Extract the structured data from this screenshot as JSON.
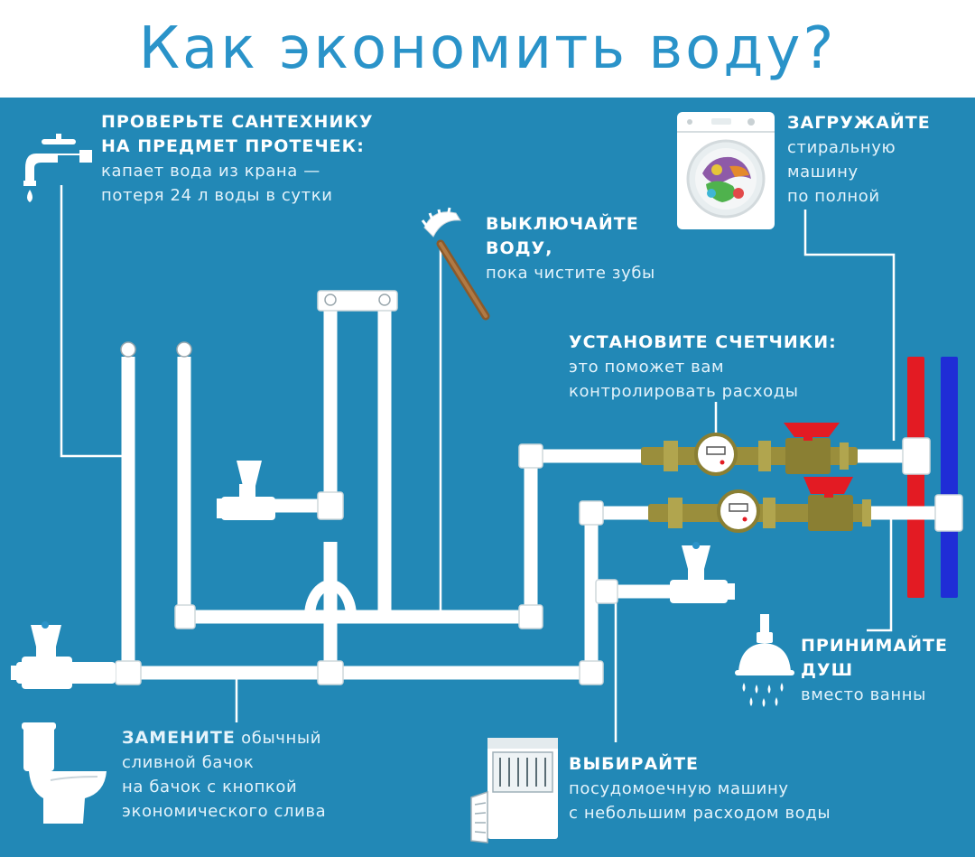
{
  "title": "Как экономить воду?",
  "colors": {
    "background": "#2288b6",
    "title": "#2a93c9",
    "pipe": "#ffffff",
    "hot": "#e31b23",
    "cold": "#1f2dd6",
    "brass": "#9a8e3c",
    "valve_red": "#e31b23"
  },
  "tips": {
    "leaks": {
      "heading_1": "ПРОВЕРЬТЕ САНТЕХНИКУ",
      "heading_2": "НА ПРЕДМЕТ ПРОТЕЧЕК:",
      "text_1": "капает вода из крана —",
      "text_2": "потеря 24 л воды в сутки"
    },
    "teeth": {
      "heading_1": "ВЫКЛЮЧАЙТЕ",
      "heading_2": "ВОДУ,",
      "text_1": "пока чистите зубы"
    },
    "washer": {
      "heading_1": "ЗАГРУЖАЙТЕ",
      "text_1": "стиральную",
      "text_2": "машину",
      "text_3": "по полной"
    },
    "meters": {
      "heading_1": "УСТАНОВИТЕ СЧЕТЧИКИ:",
      "text_1": "это поможет вам",
      "text_2": "контролировать расходы"
    },
    "shower": {
      "heading_1": "ПРИНИМАЙТЕ",
      "heading_2": "ДУШ",
      "text_1": "вместо ванны"
    },
    "toilet": {
      "heading_1": "ЗАМЕНИТЕ",
      "text_1": " обычный",
      "text_2": "сливной бачок",
      "text_3": "на бачок с кнопкой",
      "text_4": "экономического слива"
    },
    "dishwasher": {
      "heading_1": "ВЫБИРАЙТЕ",
      "text_1": "посудомоечную машину",
      "text_2": "с небольшим расходом воды"
    }
  },
  "icons": [
    "faucet-icon",
    "toothbrush-icon",
    "washing-machine-icon",
    "water-meter-icon",
    "shower-icon",
    "toilet-icon",
    "dishwasher-icon",
    "valve-icon"
  ]
}
